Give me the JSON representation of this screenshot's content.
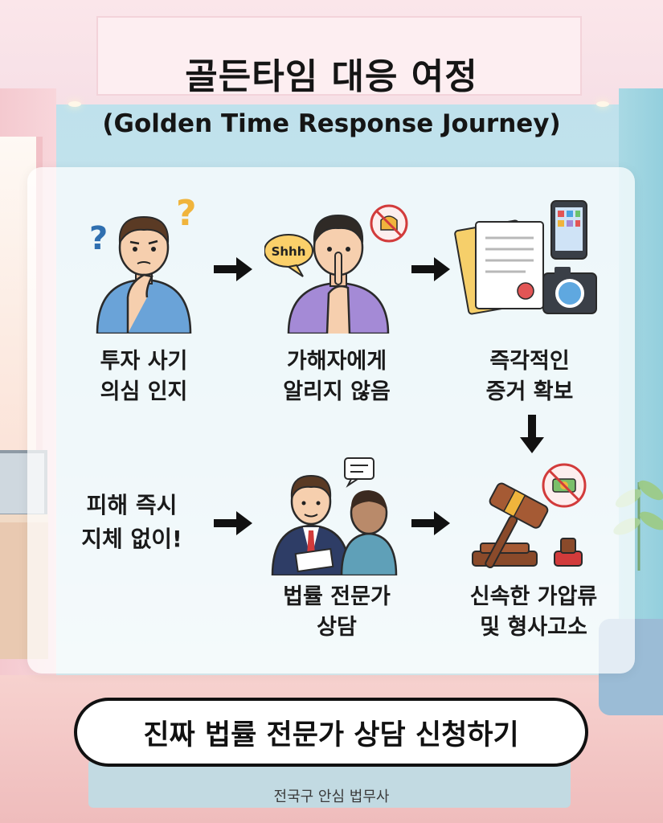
{
  "header": {
    "title": "골든타임 대응 여정",
    "subtitle": "(Golden Time Response Journey)"
  },
  "steps": [
    {
      "label": "투자 사기\n의심 인지",
      "icon": "confused-person-icon"
    },
    {
      "label": "가해자에게\n알리지 않음",
      "icon": "shh-person-icon",
      "bubble": "Shhh"
    },
    {
      "label": "즉각적인\n증거 확보",
      "icon": "evidence-documents-icon"
    },
    {
      "label": "피해 즉시\n지체 없이!"
    },
    {
      "label": "법률 전문가\n상담",
      "icon": "lawyer-consultation-icon"
    },
    {
      "label": "신속한 가압류\n및 형사고소",
      "icon": "gavel-icon"
    }
  ],
  "cta": {
    "label": "진짜 법률 전문가 상담 신청하기"
  },
  "footer": {
    "text": "전국구 안심 법무사"
  },
  "colors": {
    "accent_highlight": "#fbe982",
    "text": "#151515",
    "arrow": "#111111"
  }
}
